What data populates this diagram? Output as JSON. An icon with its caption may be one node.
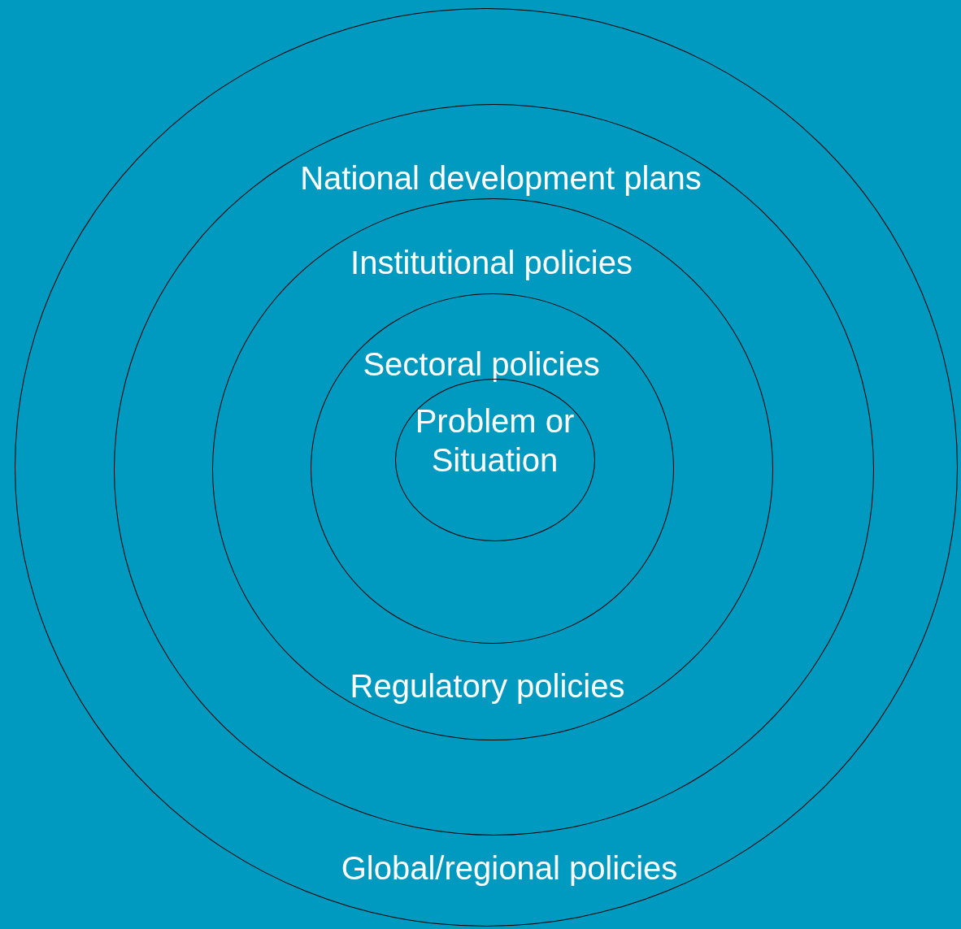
{
  "diagram": {
    "nodes": [
      {
        "text": [
          "Global/regional policies"
        ]
      },
      {
        "text": [
          "National development plans"
        ],
        "in": 0
      },
      {
        "text": [
          "Institutional policies",
          "Regulatory policies"
        ],
        "in": 1
      },
      {
        "text": [
          "Sectoral policies"
        ],
        "in": 2
      },
      {
        "text": [
          "Problem or Situation"
        ],
        "in": 3
      }
    ]
  }
}
